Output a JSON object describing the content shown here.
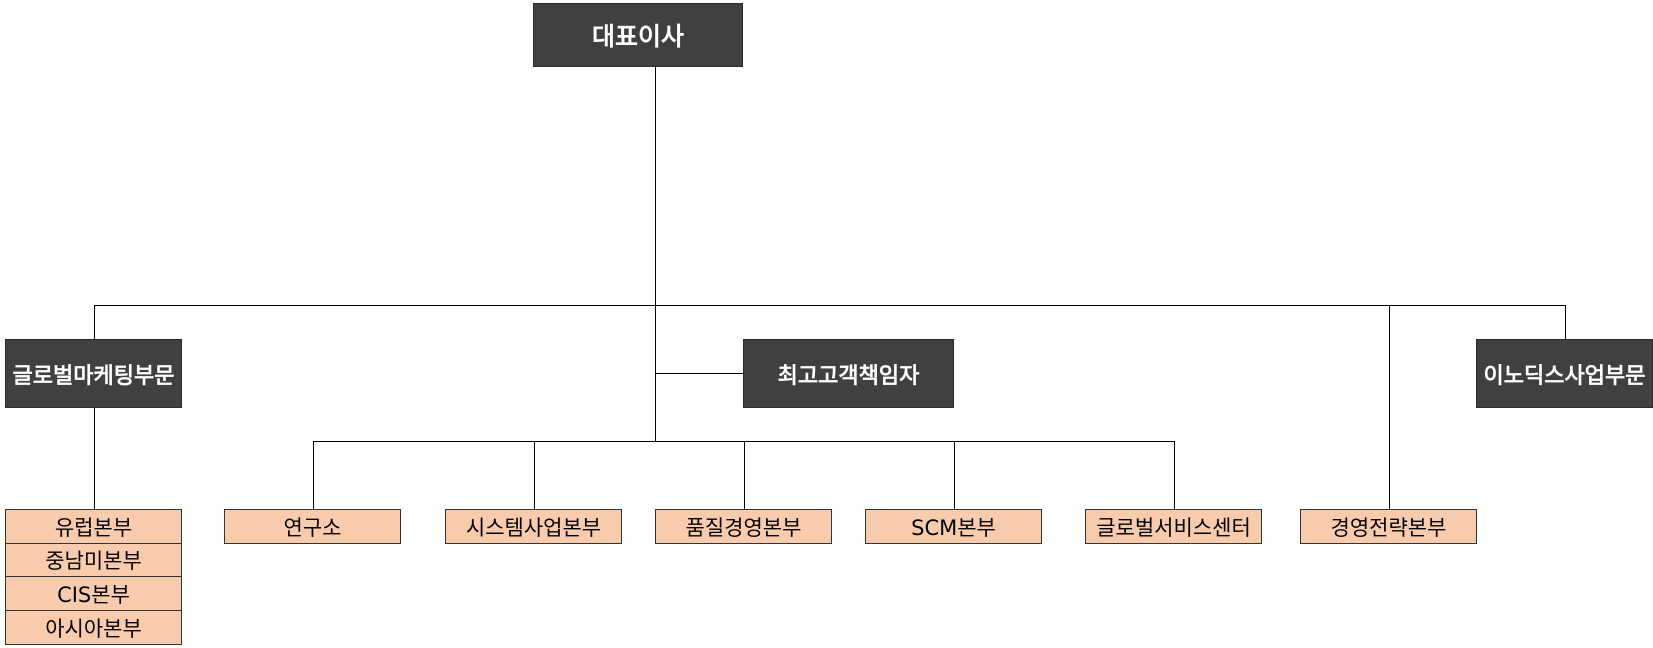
{
  "org_chart": {
    "ceo": {
      "label": "대표이사"
    },
    "divisions": {
      "global_marketing": {
        "label": "글로벌마케팅부문"
      },
      "cco": {
        "label": "최고고객책임자"
      },
      "innodix": {
        "label": "이노딕스사업부문"
      }
    },
    "global_marketing_units": [
      "유럽본부",
      "중남미본부",
      "CIS본부",
      "아시아본부"
    ],
    "cco_units": [
      "연구소",
      "시스템사업본부",
      "품질경영본부",
      "SCM본부",
      "글로벌서비스센터"
    ],
    "direct_units": [
      "경영전략본부"
    ]
  },
  "colors": {
    "dark_box": "#404040",
    "light_box": "#f8cbad",
    "connector": "#000000"
  }
}
